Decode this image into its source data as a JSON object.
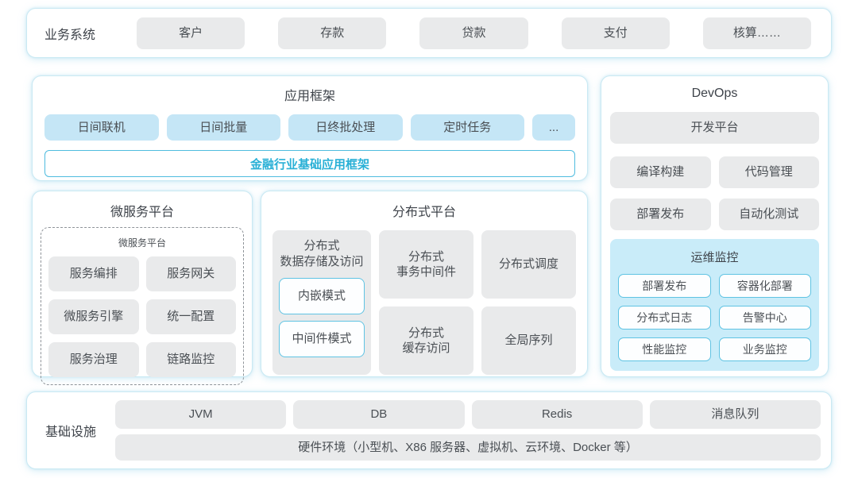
{
  "colors": {
    "accent_cyan_text": "#29b0d6",
    "cyan_border": "#5fc3e3",
    "panel_border": "#c9e9f3",
    "box_blue": "#c5e6f6",
    "box_gray": "#e9eaeb",
    "monitor_bg": "#c9ecf9",
    "text_dark": "#3e434a"
  },
  "business": {
    "label": "业务系统",
    "items": [
      "客户",
      "存款",
      "贷款",
      "支付",
      "核算……"
    ]
  },
  "app_framework": {
    "title": "应用框架",
    "items": [
      "日间联机",
      "日间批量",
      "日终批处理",
      "定时任务"
    ],
    "more": "...",
    "base": "金融行业基础应用框架"
  },
  "devops": {
    "title": "DevOps",
    "platform": "开发平台",
    "items": [
      "编译构建",
      "代码管理",
      "部署发布",
      "自动化测试"
    ],
    "monitor": {
      "title": "运维监控",
      "items": [
        "部署发布",
        "容器化部署",
        "分布式日志",
        "告警中心",
        "性能监控",
        "业务监控"
      ]
    }
  },
  "microservice": {
    "title": "微服务平台",
    "inner_title": "微服务平台",
    "items": [
      "服务编排",
      "服务网关",
      "微服务引擎",
      "统一配置",
      "服务治理",
      "链路监控"
    ]
  },
  "distributed": {
    "title": "分布式平台",
    "storage": {
      "title": "分布式\n数据存储及访问",
      "modes": [
        "内嵌模式",
        "中间件模式"
      ]
    },
    "col2": [
      "分布式\n事务中间件",
      "分布式\n缓存访问"
    ],
    "col3": [
      "分布式调度",
      "全局序列"
    ]
  },
  "infrastructure": {
    "label": "基础设施",
    "items": [
      "JVM",
      "DB",
      "Redis",
      "消息队列"
    ],
    "hardware": "硬件环境（小型机、X86 服务器、虚拟机、云环境、Docker 等）"
  }
}
